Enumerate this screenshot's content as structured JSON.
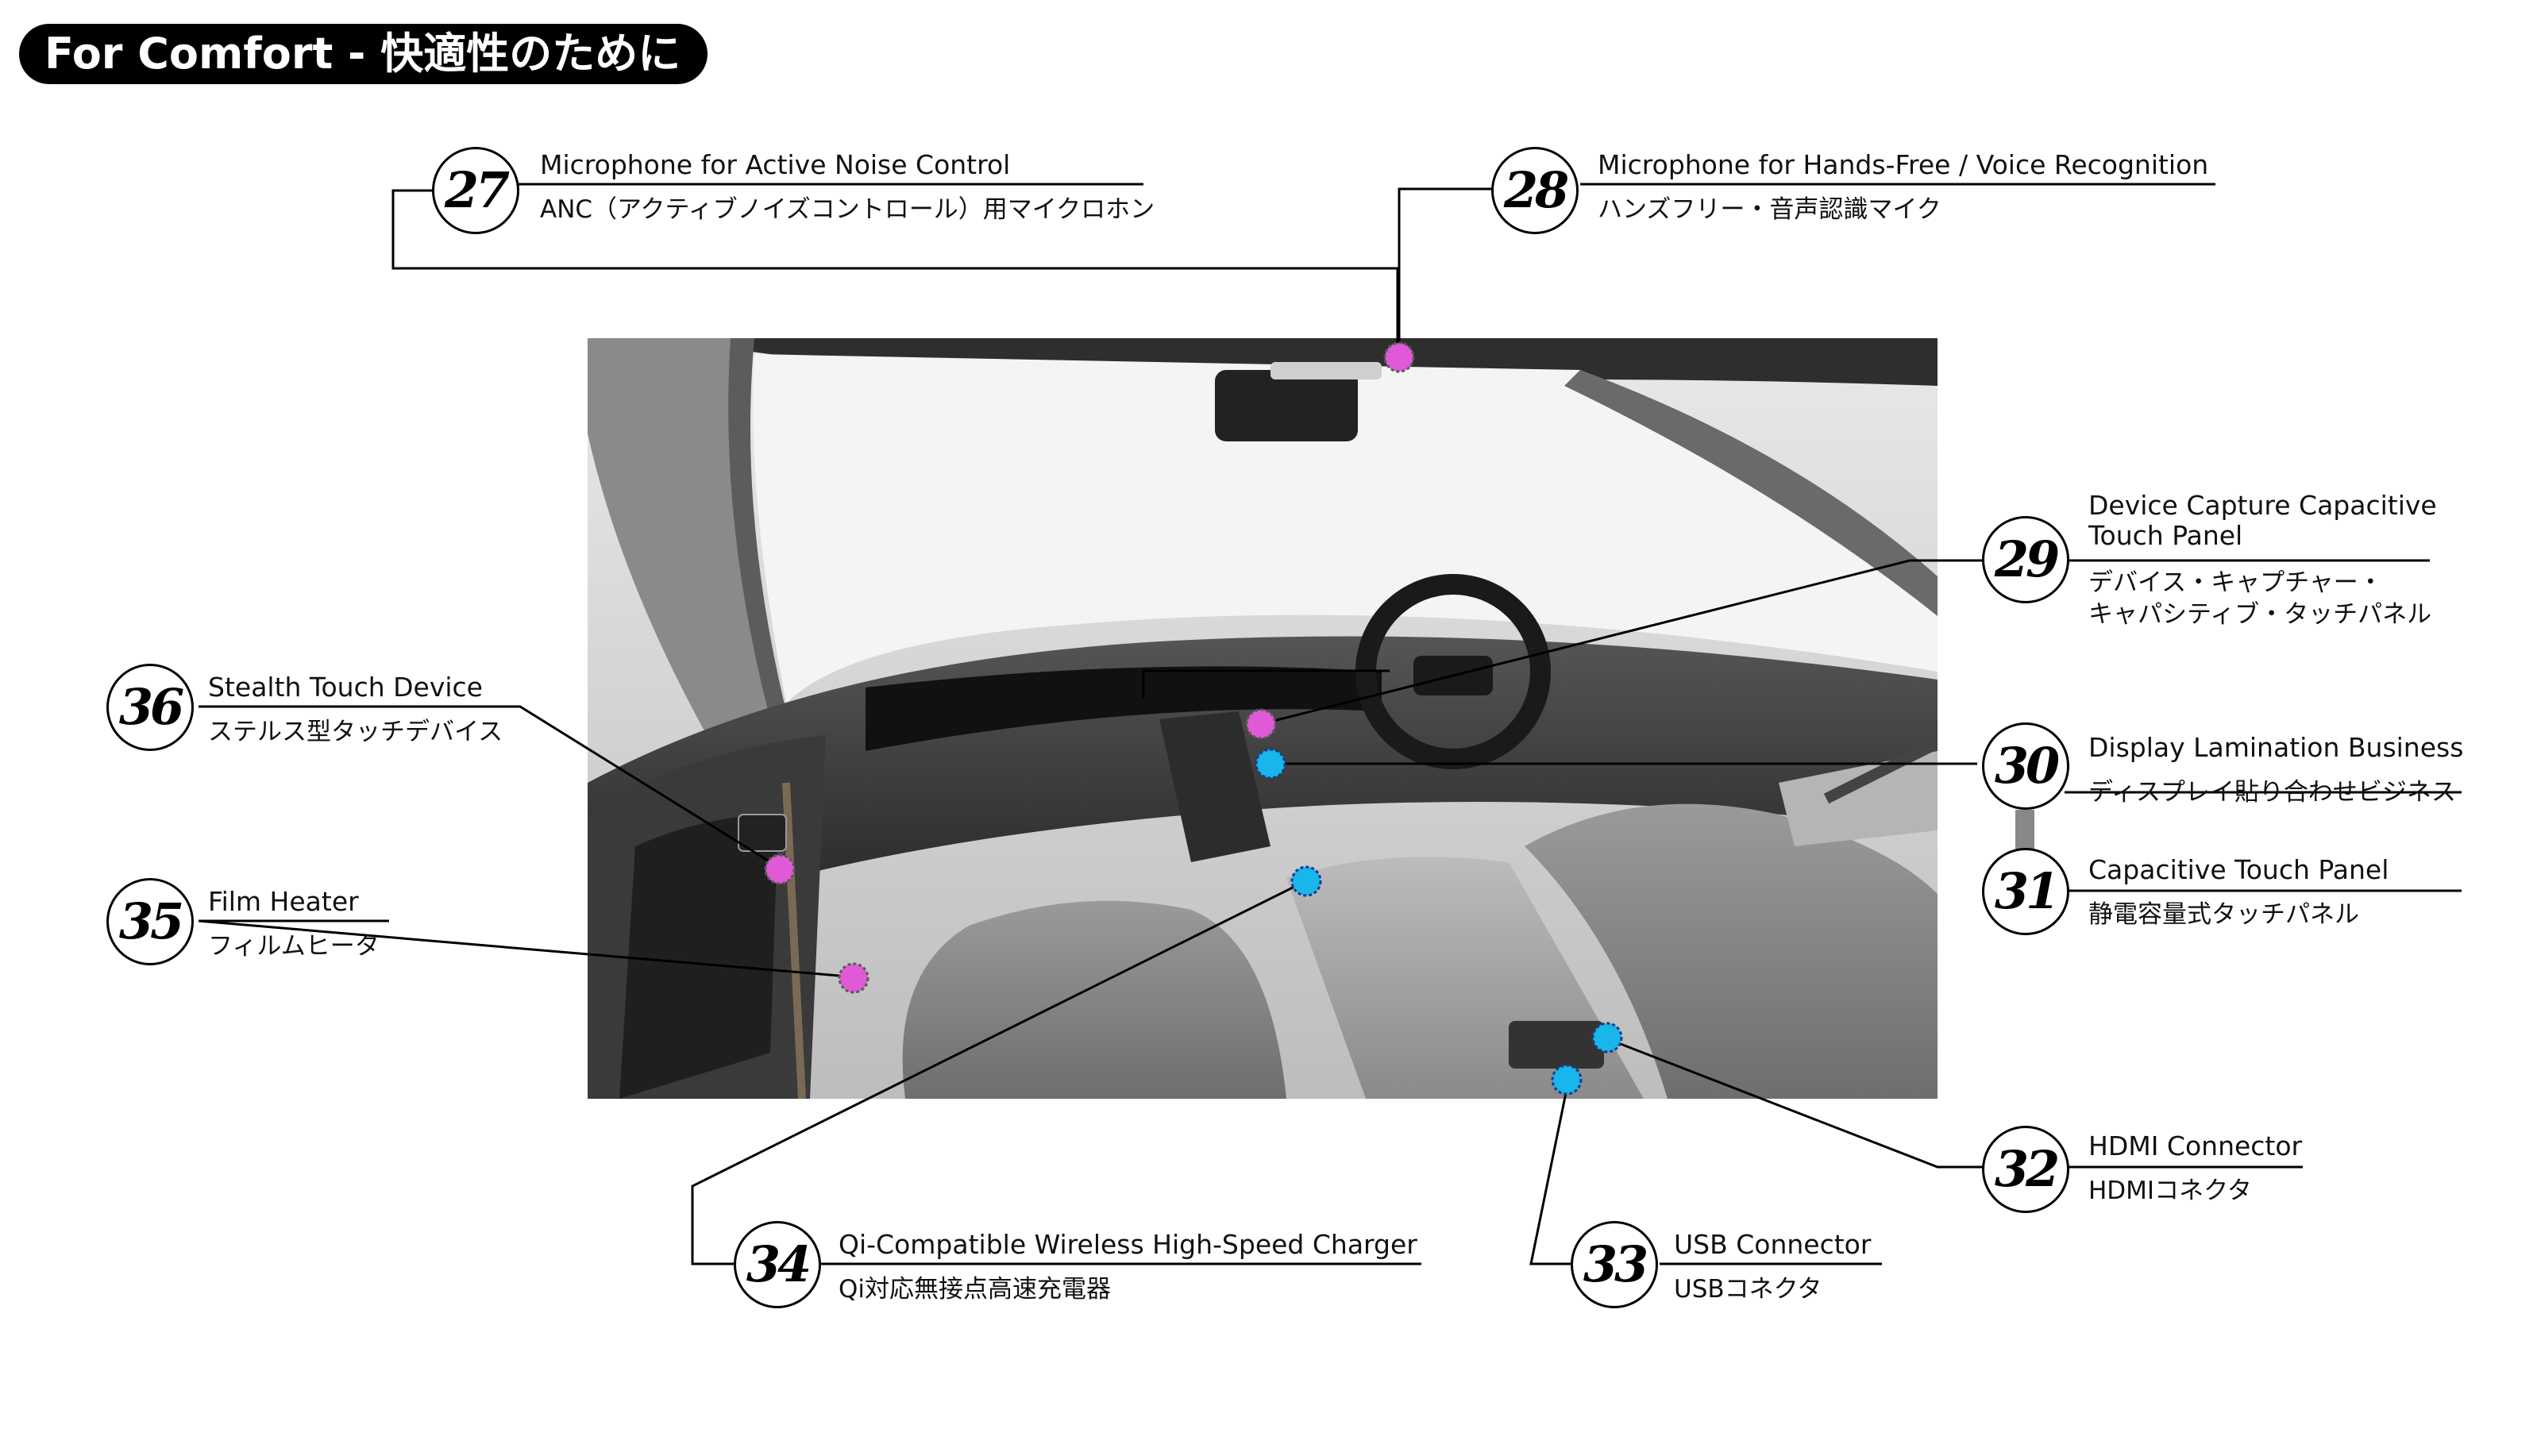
{
  "title": "For Comfort - 快適性のために",
  "colors": {
    "touch_marker": "#e05ad8",
    "connector_marker": "#18b6ea",
    "line": "#000000"
  },
  "callouts": [
    {
      "num": "27",
      "en": "Microphone for Active Noise Control",
      "ja": "ANC（アクティブノイズコントロール）用マイクロホン",
      "marker": "touch"
    },
    {
      "num": "28",
      "en": "Microphone for Hands-Free / Voice Recognition",
      "ja": "ハンズフリー・音声認識マイク",
      "marker": "touch"
    },
    {
      "num": "29",
      "en": [
        "Device Capture Capacitive",
        "Touch Panel"
      ],
      "ja": [
        "デバイス・キャプチャー・",
        "キャパシティブ・タッチパネル"
      ],
      "marker": "touch"
    },
    {
      "num": "30",
      "en": "Display Lamination Business",
      "ja": "ディスプレイ貼り合わせビジネス",
      "marker": "connector"
    },
    {
      "num": "31",
      "en": "Capacitive Touch Panel",
      "ja": "静電容量式タッチパネル",
      "marker": "connector"
    },
    {
      "num": "32",
      "en": "HDMI Connector",
      "ja": "HDMIコネクタ",
      "marker": "connector"
    },
    {
      "num": "33",
      "en": "USB Connector",
      "ja": "USBコネクタ",
      "marker": "connector"
    },
    {
      "num": "34",
      "en": "Qi-Compatible Wireless High-Speed Charger",
      "ja": "Qi対応無接点高速充電器",
      "marker": "connector"
    },
    {
      "num": "35",
      "en": "Film Heater",
      "ja": "フィルムヒータ",
      "marker": "touch"
    },
    {
      "num": "36",
      "en": "Stealth Touch Device",
      "ja": "ステルス型タッチデバイス",
      "marker": "touch"
    }
  ]
}
